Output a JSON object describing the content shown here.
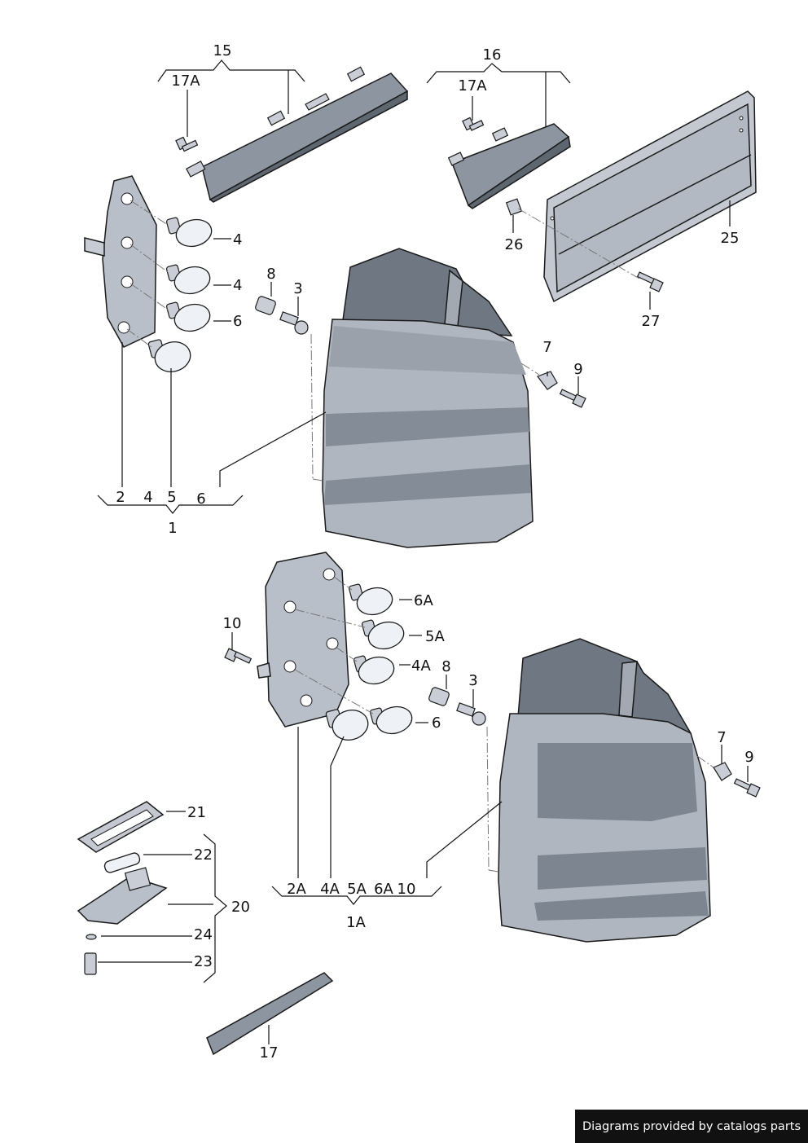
{
  "labels": {
    "l15": "15",
    "l17a_a": "17A",
    "l16": "16",
    "l17a_b": "17A",
    "l4a": "4",
    "l4b": "4",
    "l6": "6",
    "l8": "8",
    "l3": "3",
    "l25": "25",
    "l26": "26",
    "l27": "27",
    "l7": "7",
    "l9": "9",
    "g1_2": "2",
    "g1_4": "4",
    "g1_5": "5",
    "g1_6": "6",
    "g1": "1",
    "l6a_r": "6A",
    "l5a_r": "5A",
    "l4a_r": "4A",
    "l10": "10",
    "l8b": "8",
    "l3b": "3",
    "l6b": "6",
    "l7b": "7",
    "l9b": "9",
    "l21": "21",
    "l22": "22",
    "l20": "20",
    "l24": "24",
    "l23": "23",
    "g1a_2a": "2A",
    "g1a_4a": "4A",
    "g1a_5a": "5A",
    "g1a_6a": "6A",
    "g1a_10": "10",
    "g1a": "1A",
    "l17": "17"
  },
  "footer": {
    "text": "Diagrams provided by catalogs parts"
  },
  "colors": {
    "lens_outer": "#b0b6bf",
    "lens_inner": "#7c8590",
    "housing": "#6f7782",
    "metal": "#c4c9d1",
    "bulb": "#eef1f6",
    "footer_bg": "#111111"
  }
}
